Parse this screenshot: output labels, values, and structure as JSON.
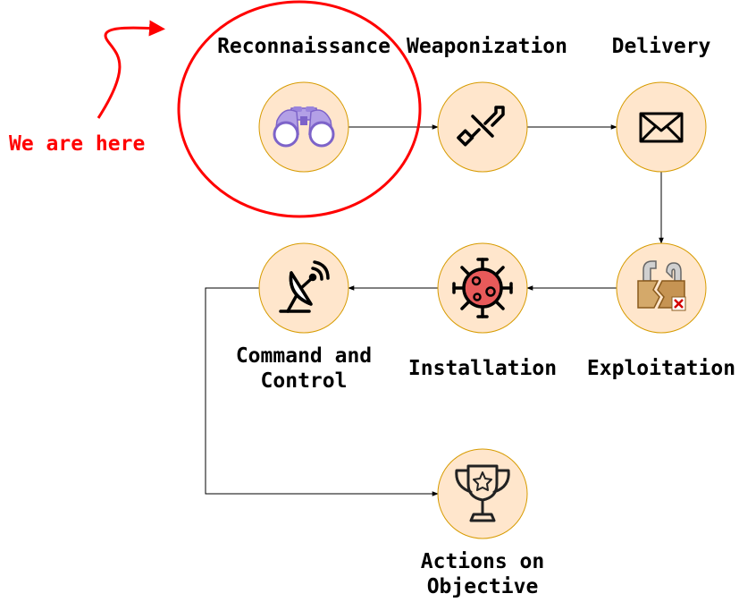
{
  "callout": {
    "text": "We are here",
    "color": "#ff0000"
  },
  "colors": {
    "node_fill": "#ffe6cc",
    "node_stroke": "#d79b00",
    "highlight": "#ff0000"
  },
  "stages": [
    {
      "label": "Reconnaissance",
      "icon": "binoculars-icon"
    },
    {
      "label": "Weaponization",
      "icon": "sword-icon"
    },
    {
      "label": "Delivery",
      "icon": "envelope-icon"
    },
    {
      "label": "Exploitation",
      "icon": "broken-lock-icon"
    },
    {
      "label": "Installation",
      "icon": "virus-icon"
    },
    {
      "label": "Command and Control",
      "icon": "satellite-dish-icon"
    },
    {
      "label": "Actions on Objective",
      "icon": "trophy-icon"
    }
  ]
}
